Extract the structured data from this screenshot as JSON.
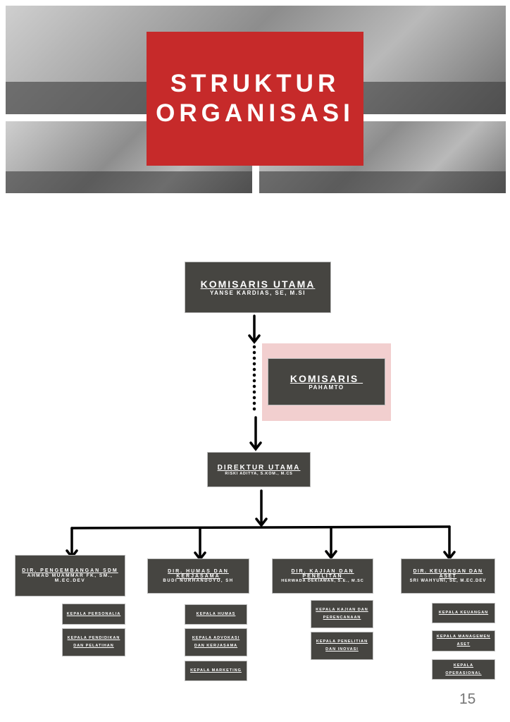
{
  "header": {
    "title_line1": "STRUKTUR",
    "title_line2": "ORGANISASI",
    "accent": "#c62a2a"
  },
  "chart": {
    "komisaris_utama": {
      "title": "KOMISARIS UTAMA",
      "name": "YANSE KARDIAS, SE, M.SI"
    },
    "komisaris": {
      "title": "KOMISARIS ",
      "name": "PAHAMTO"
    },
    "direktur_utama": {
      "title": "DIREKTUR UTAMA",
      "name": "RISKI ADITYA, S.KOM., M.CS"
    },
    "directors": [
      {
        "title": "DIR. PENGEMBANGAN SDM",
        "name": "AHMAD MUAMMAR FK, SM., M.EC.DEV",
        "units": [
          "KEPALA PERSONALIA",
          "KEPALA PENDIDIKAN DAN PELATIHAN"
        ]
      },
      {
        "title": "DIR. HUMAS DAN KERJASAMA",
        "name": "BUDI NURHANDOYO, SH",
        "units": [
          "KEPALA HUMAS",
          "KEPALA ADVOKASI DAN KERJASAMA",
          "KEPALA MARKETING"
        ]
      },
      {
        "title": "DIR. KAJIAN DAN PENELITAN",
        "name": "HERWADA DEKIAWAN, S.E., M.SC",
        "units": [
          "KEPALA KAJIAN DAN PERENCANAAN",
          "KEPALA PENELITIAN DAN INOVASI"
        ]
      },
      {
        "title": "DIR. KEUANGAN DAN ASET",
        "name": "SRI WAHYUNI, SE, M.EC.DEV",
        "units": [
          "KEPALA KEUANGAN",
          "KEPALA MANAGEMEN ASET",
          "KEPALA OPERASIONAL"
        ]
      }
    ]
  },
  "page_number": "15"
}
